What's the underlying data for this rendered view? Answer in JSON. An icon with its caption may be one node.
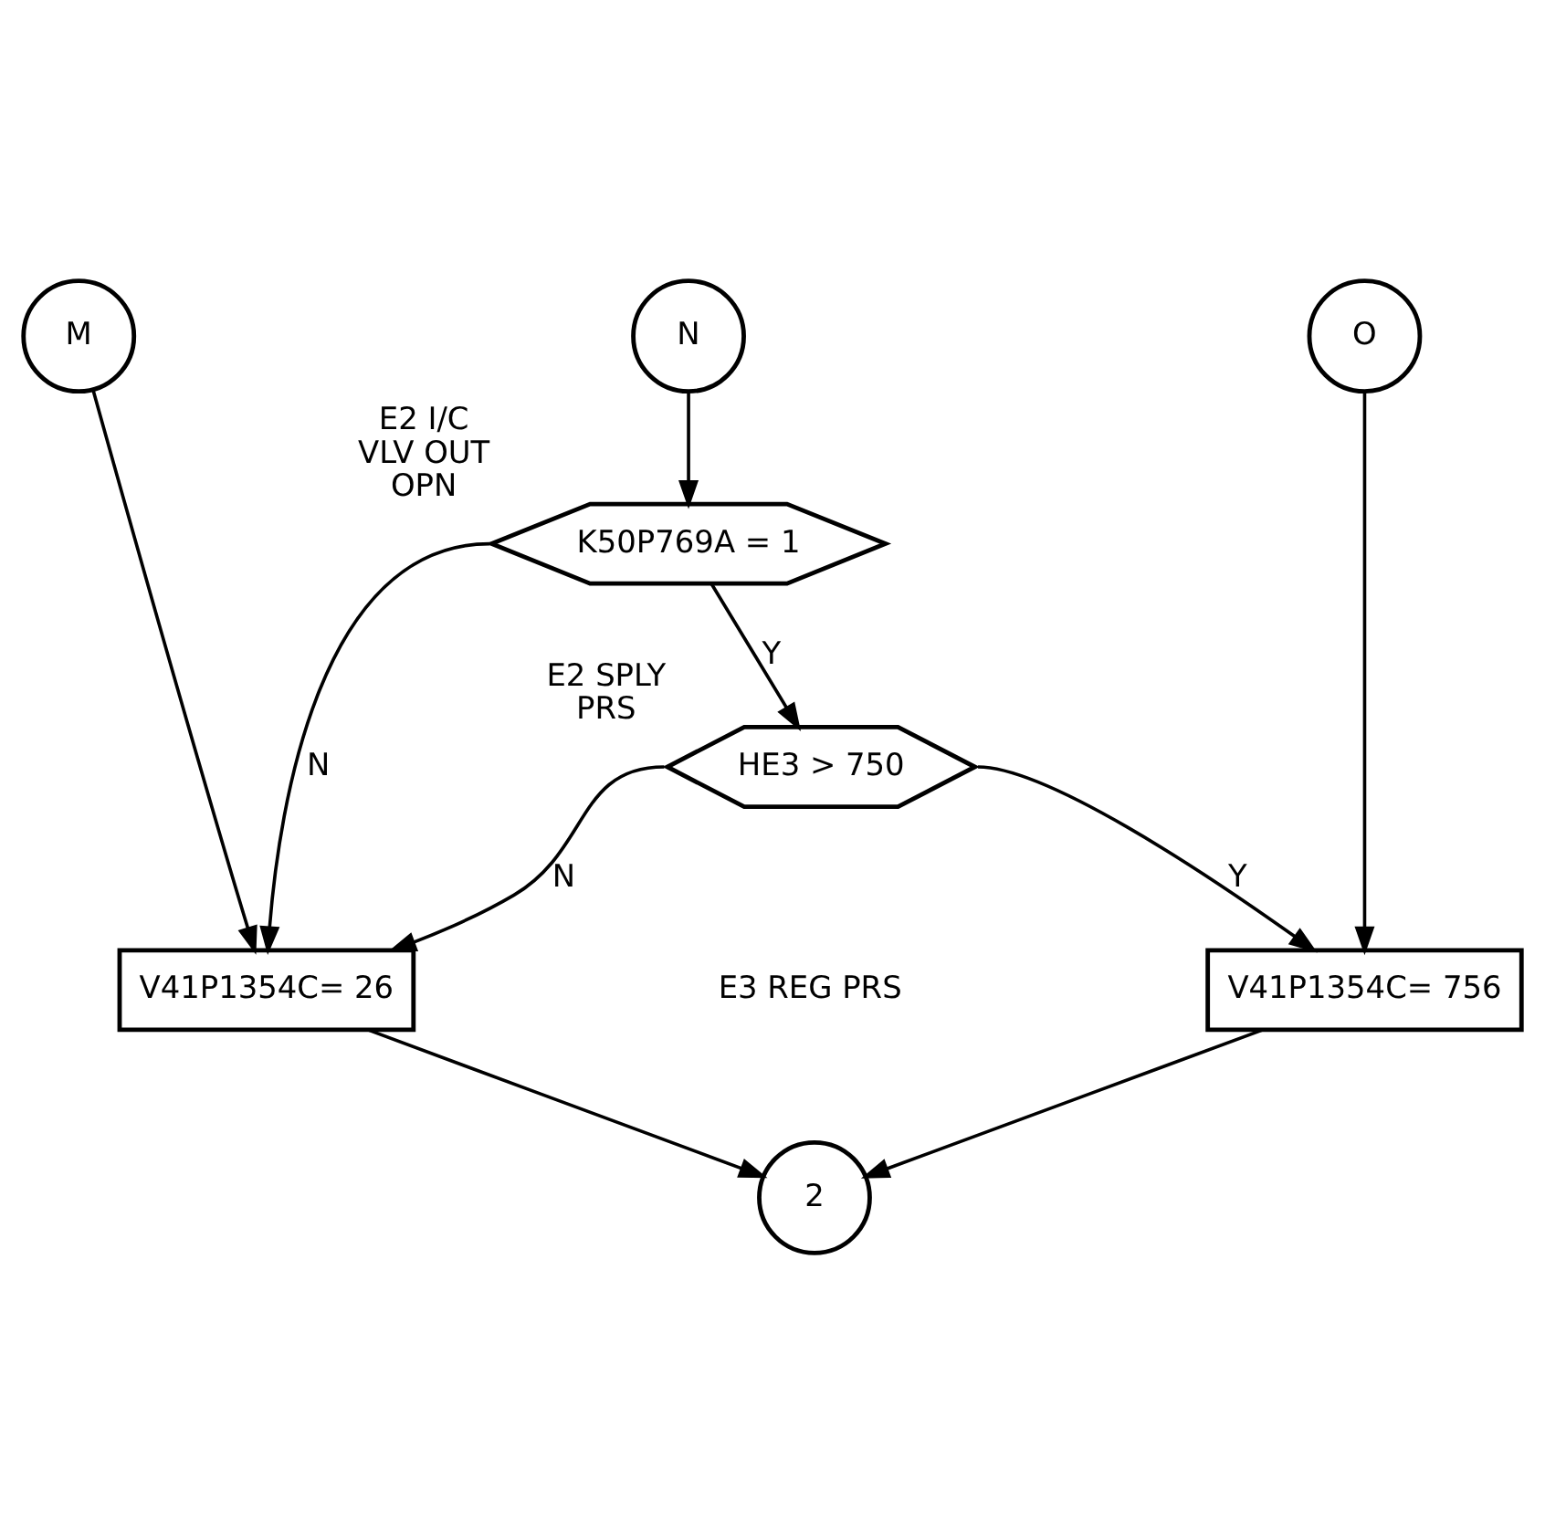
{
  "diagram": {
    "nodes": [
      {
        "text": [
          "M"
        ]
      },
      {
        "text": [
          "N"
        ]
      },
      {
        "text": [
          "O"
        ]
      },
      {
        "text": [
          "K50P769A = 1"
        ],
        "beside": [
          "E2 I/C VLV OUT OPN"
        ]
      },
      {
        "text": [
          "HE3 > 750"
        ],
        "beside": [
          "E2 SPLY PRS"
        ]
      },
      {
        "text": [
          "V41P1354C= 26"
        ]
      },
      {
        "text": [
          "V41P1354C= 756"
        ]
      },
      {
        "text": [
          "2"
        ]
      }
    ],
    "edges": [
      {
        "from": 1,
        "to": 3,
        "arrow": "to"
      },
      {
        "from": 3,
        "to": 5,
        "label": "N",
        "arrow": "to"
      },
      {
        "from": 3,
        "to": 4,
        "label": "Y",
        "arrow": "to"
      },
      {
        "from": 4,
        "to": 5,
        "label": "N",
        "arrow": "to"
      },
      {
        "from": 4,
        "to": 6,
        "label": "Y",
        "arrow": "to"
      },
      {
        "from": 0,
        "to": 5,
        "arrow": "to"
      },
      {
        "from": 2,
        "to": 6,
        "arrow": "to"
      },
      {
        "from": 5,
        "to": 7,
        "arrow": "to"
      },
      {
        "from": 6,
        "to": 7,
        "arrow": "to"
      }
    ],
    "labels": [
      "E3 REG PRS"
    ]
  }
}
